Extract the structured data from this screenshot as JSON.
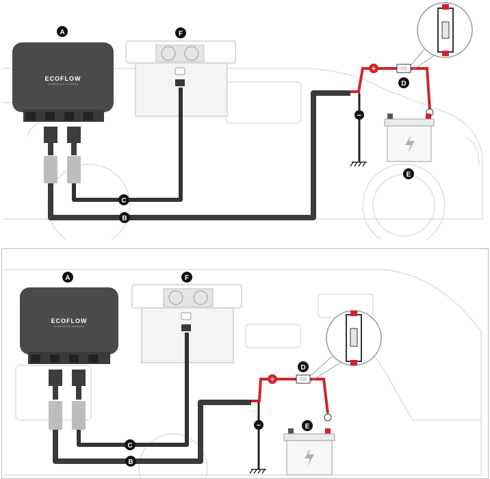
{
  "brand": {
    "name": "ECOFLOW",
    "subtitle": "ALTERNATOR CHARGER"
  },
  "colors": {
    "accent_red": "#d2232a",
    "cable_dark": "#333333",
    "device_dark": "#4a4a4a",
    "outline_light": "#d9d9d9"
  },
  "labels": {
    "a": "A",
    "b": "B",
    "c": "C",
    "d": "D",
    "e": "E",
    "f": "F"
  },
  "terminals": {
    "positive": "+",
    "negative": "−"
  }
}
